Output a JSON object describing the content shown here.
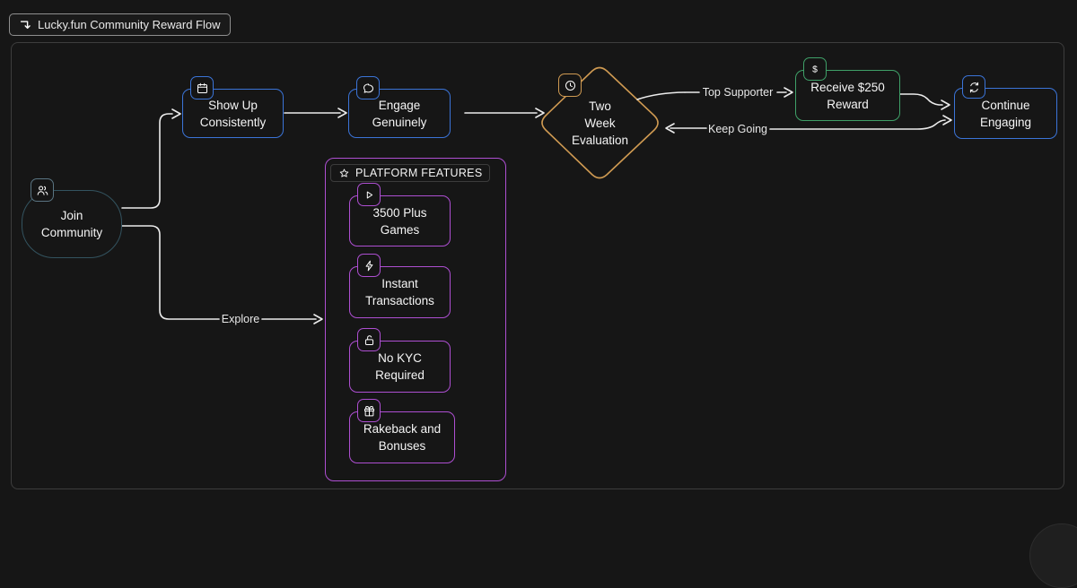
{
  "app": {
    "title": "Lucky.fun Community Reward Flow",
    "title_icon": "flowchart-icon"
  },
  "colors": {
    "background": "#161616",
    "frame_border": "#3d3d3d",
    "edge_line": "#ececec",
    "blue": "#3b74d8",
    "green": "#3fa068",
    "orange": "#cf9a52",
    "purple": "#ae4fd2",
    "teal": "#33535f",
    "text": "#f5f5f5"
  },
  "nodes": {
    "join": {
      "line1": "Join",
      "line2": "Community",
      "icon": "users-icon"
    },
    "show_up": {
      "line1": "Show Up",
      "line2": "Consistently",
      "icon": "calendar-icon"
    },
    "engage": {
      "line1": "Engage",
      "line2": "Genuinely",
      "icon": "chat-bubble-icon"
    },
    "evaluation": {
      "line1": "Two",
      "line2": "Week",
      "line3": "Evaluation",
      "icon": "clock-icon"
    },
    "reward": {
      "line1": "Receive $250",
      "line2": "Reward",
      "icon": "dollar-icon",
      "dollar_glyph": "$"
    },
    "continue": {
      "line1": "Continue",
      "line2": "Engaging",
      "icon": "refresh-icon"
    }
  },
  "edge_labels": {
    "explore": "Explore",
    "top_supporter": "Top Supporter",
    "keep_going": "Keep Going"
  },
  "features": {
    "title": "PLATFORM FEATURES",
    "title_icon": "star-icon",
    "items": [
      {
        "line1": "3500 Plus",
        "line2": "Games",
        "icon": "play-icon"
      },
      {
        "line1": "Instant",
        "line2": "Transactions",
        "icon": "lightning-icon"
      },
      {
        "line1": "No KYC",
        "line2": "Required",
        "icon": "lock-open-icon"
      },
      {
        "line1": "Rakeback and",
        "line2": "Bonuses",
        "icon": "gift-icon"
      }
    ]
  }
}
